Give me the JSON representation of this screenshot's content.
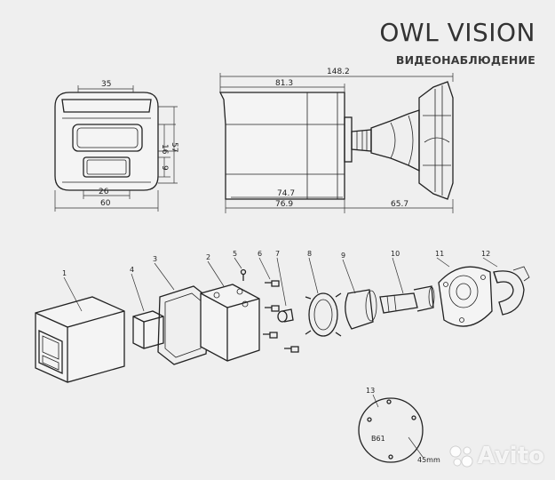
{
  "brand": {
    "title": "OWL VISION",
    "subtitle": "ВИДЕОНАБЛЮДЕНИЕ"
  },
  "front_view": {
    "width_top": "35",
    "width_bottom": "26",
    "width_total": "60",
    "h1": "16",
    "h2": "57",
    "h3": "9"
  },
  "side_view": {
    "overall": "148.2",
    "top_length": "81.3",
    "body_length": "74.7",
    "body_total": "76.9",
    "bracket": "65.7"
  },
  "parts": [
    "1",
    "2",
    "3",
    "4",
    "5",
    "6",
    "7",
    "8",
    "9",
    "10",
    "11",
    "12"
  ],
  "template": {
    "number": "13",
    "label": "B61",
    "dimension": "45mm"
  },
  "watermark": {
    "text": "Avito"
  }
}
